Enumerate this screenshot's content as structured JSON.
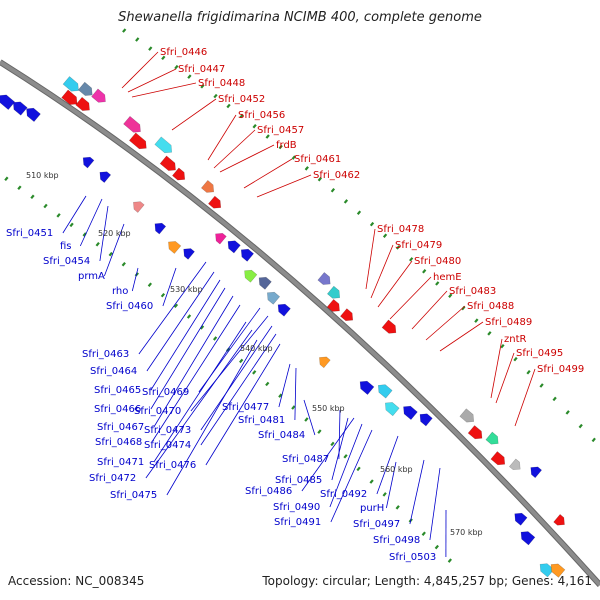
{
  "title": "Shewanella frigidimarina NCIMB 400, complete genome",
  "accession_text": "Accession: NC_008345",
  "topology_text": "Topology: circular; Length: 4,845,257 bp; Genes: 4,161",
  "colors": {
    "forward_label": "#cc0000",
    "reverse_label": "#0000cc",
    "backbone": "#8c8c8c",
    "tick_dot": "#2a8a2a",
    "forward_gene": "#ee1111",
    "reverse_gene": "#1111dd"
  },
  "scale_labels": [
    "510 kbp",
    "520 kbp",
    "530 kbp",
    "540 kbp",
    "550 kbp",
    "560 kbp",
    "570 kbp"
  ],
  "forward_labels": [
    "Sfri_0446",
    "Sfri_0447",
    "Sfri_0448",
    "Sfri_0452",
    "Sfri_0456",
    "Sfri_0457",
    "frdB",
    "Sfri_0461",
    "Sfri_0462",
    "Sfri_0478",
    "Sfri_0479",
    "Sfri_0480",
    "hemE",
    "Sfri_0483",
    "Sfri_0488",
    "Sfri_0489",
    "zntR",
    "Sfri_0495",
    "Sfri_0499"
  ],
  "reverse_labels": [
    "Sfri_0451",
    "fis",
    "Sfri_0454",
    "prmA",
    "rho",
    "Sfri_0460",
    "Sfri_0463",
    "Sfri_0464",
    "Sfri_0465",
    "Sfri_0466",
    "Sfri_0467",
    "Sfri_0468",
    "Sfri_0469",
    "Sfri_0470",
    "Sfri_0471",
    "Sfri_0472",
    "Sfri_0473",
    "Sfri_0474",
    "Sfri_0475",
    "Sfri_0476",
    "Sfri_0477",
    "Sfri_0481",
    "Sfri_0484",
    "Sfri_0485",
    "Sfri_0486",
    "Sfri_0487",
    "Sfri_0490",
    "Sfri_0491",
    "Sfri_0492",
    "Sfri_0497",
    "Sfri_0498",
    "Sfri_0503",
    "purH"
  ]
}
